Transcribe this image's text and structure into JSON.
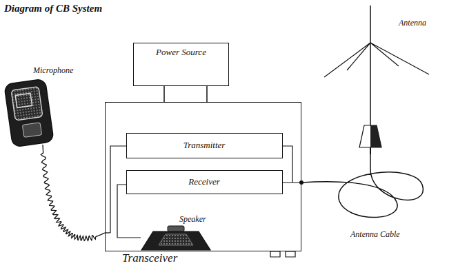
{
  "diagram": {
    "title": "Diagram of CB System",
    "nodes": [
      {
        "text": [
          "Power Source"
        ]
      },
      {
        "text": [
          "Transceiver"
        ]
      },
      {
        "text": [
          "Transmitter"
        ],
        "in": 1
      },
      {
        "text": [
          "Receiver"
        ],
        "in": 1
      }
    ],
    "edges": [
      {
        "from": 0,
        "to": 1,
        "arrow": "none"
      }
    ],
    "labels": [
      "Microphone",
      "Speaker",
      "Antenna",
      "Antenna Cable"
    ]
  }
}
